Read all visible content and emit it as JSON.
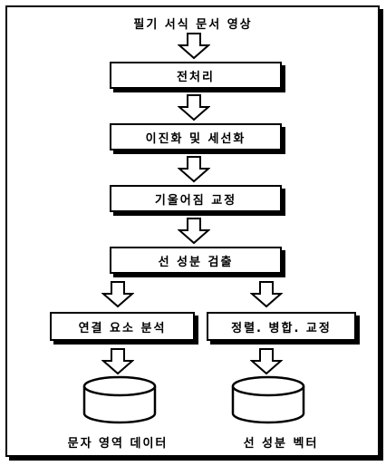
{
  "title": "필기 서식 문서 영상",
  "steps": [
    "전처리",
    "이진화 및 세선화",
    "기울어짐 교정",
    "선 성분 검출"
  ],
  "branches": {
    "left": {
      "step": "연결 요소 분석",
      "output": "문자 영역 데이터"
    },
    "right": {
      "step": "정렬. 병합. 교정",
      "output": "선 성분 벡터"
    }
  },
  "icons": {
    "flow_arrow": "hollow-down-arrow",
    "storage": "cylinder-database"
  },
  "colors": {
    "ink": "#000000",
    "background": "#ffffff"
  }
}
